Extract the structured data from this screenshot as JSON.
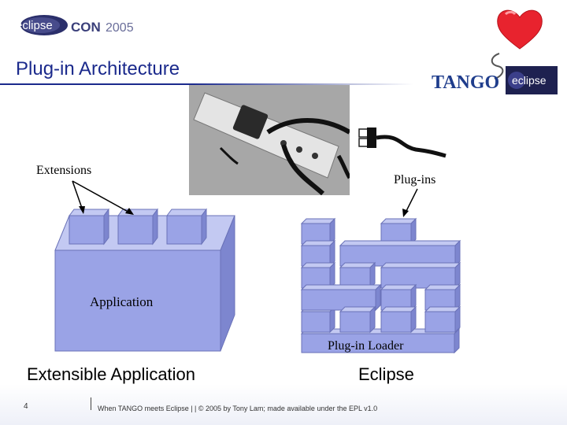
{
  "header": {
    "logo_eclipse": "eclipse",
    "logo_con": "CON",
    "logo_year": "2005",
    "title": "Plug-in Architecture",
    "tango": "TANGO",
    "badge": "eclipse"
  },
  "diagram": {
    "extensions": "Extensions",
    "plugins": "Plug-ins",
    "application": "Application",
    "plugin_loader": "Plug-in Loader",
    "caption_left": "Extensible Application",
    "caption_right": "Eclipse"
  },
  "colors": {
    "block_face": "#9aa3e6",
    "block_top": "#c3c9f2",
    "block_side": "#7d86cf",
    "title": "#1b2a8c"
  },
  "footer": {
    "page_number": "4",
    "text": "When TANGO meets Eclipse |   | © 2005 by Tony Lam; made available under the EPL v1.0"
  }
}
